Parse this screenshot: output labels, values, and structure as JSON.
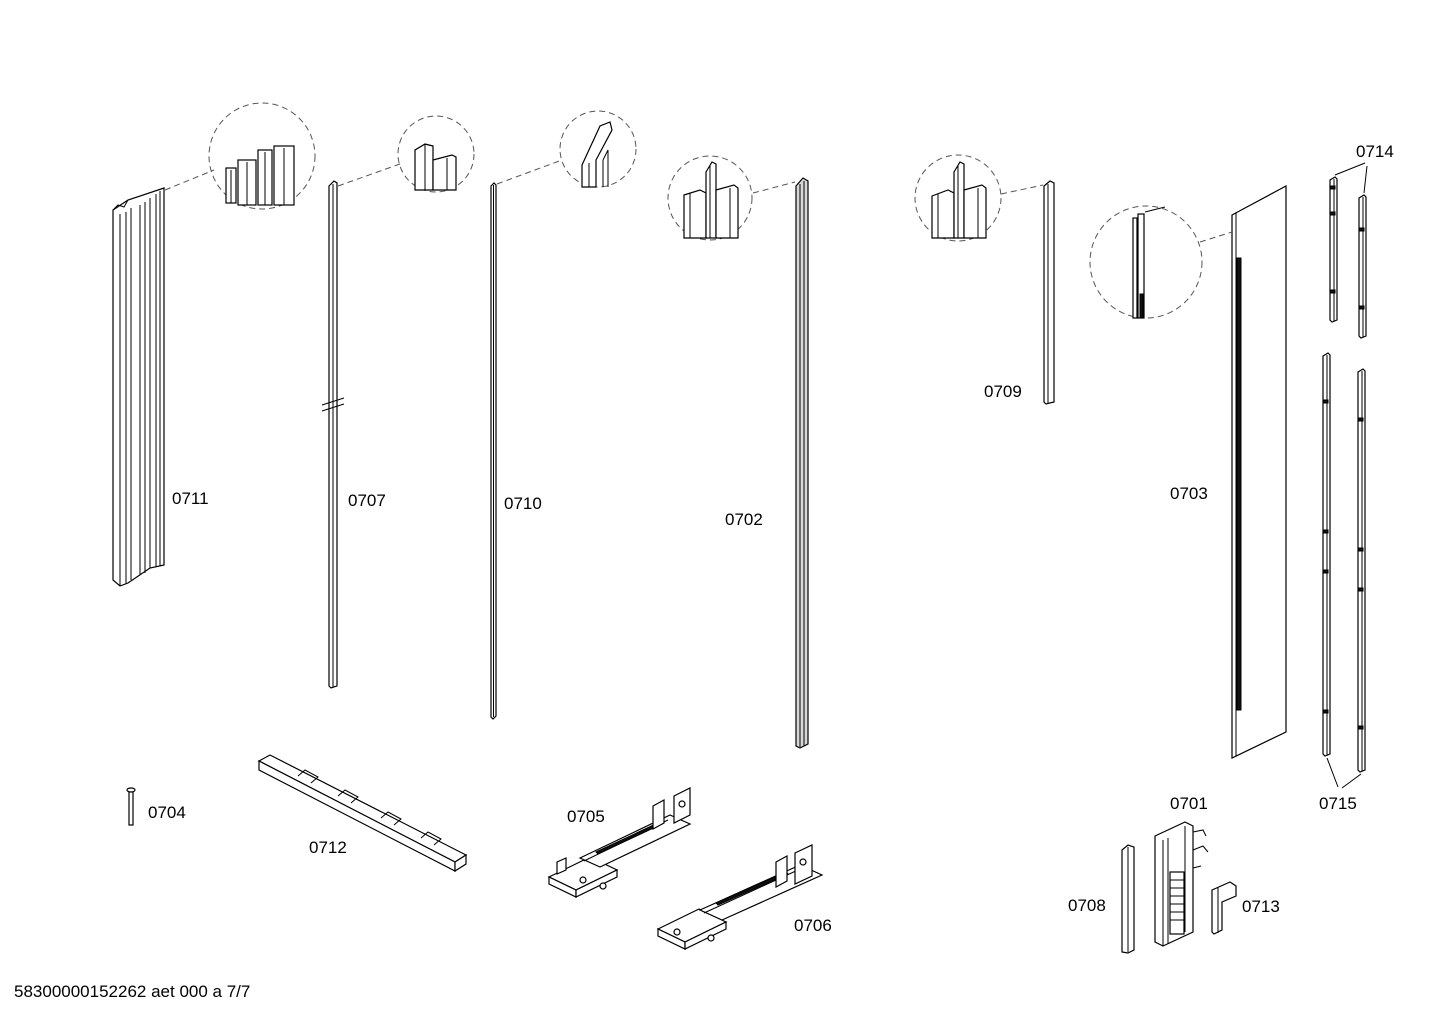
{
  "parts": [
    {
      "id": "0711"
    },
    {
      "id": "0707"
    },
    {
      "id": "0710"
    },
    {
      "id": "0702"
    },
    {
      "id": "0709"
    },
    {
      "id": "0703"
    },
    {
      "id": "0714"
    },
    {
      "id": "0715"
    },
    {
      "id": "0704"
    },
    {
      "id": "0712"
    },
    {
      "id": "0705"
    },
    {
      "id": "0706"
    },
    {
      "id": "0701"
    },
    {
      "id": "0708"
    },
    {
      "id": "0713"
    }
  ],
  "footer": {
    "text": "58300000152262 aet 000 a 7/7"
  }
}
